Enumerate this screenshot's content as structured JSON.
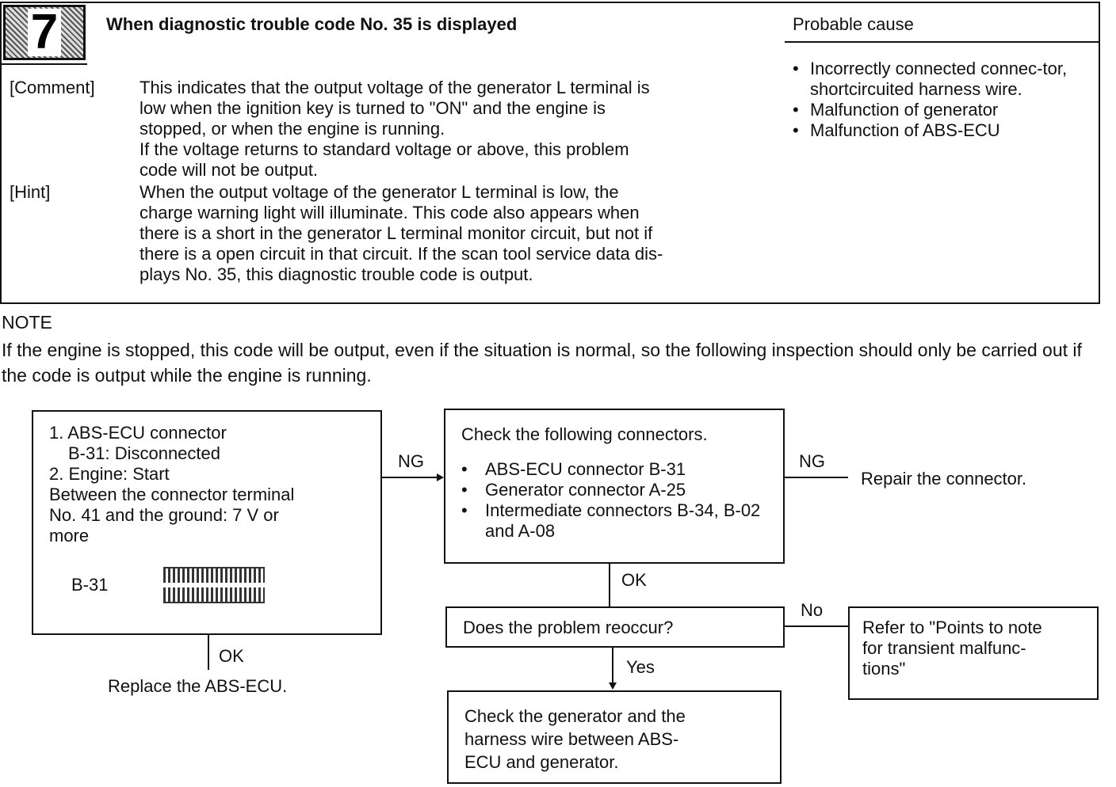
{
  "header": {
    "badge_number": "7",
    "title": "When diagnostic trouble code No. 35 is displayed",
    "cause_title": "Probable cause",
    "comment_label": "[Comment]",
    "comment_lines": [
      "This indicates that the output voltage of the generator L terminal is",
      "low when the ignition key is turned to \"ON\" and the engine is",
      "stopped, or when the engine is running.",
      "If the voltage returns to standard voltage or above, this problem",
      "code will not be output."
    ],
    "hint_label": "[Hint]",
    "hint_lines": [
      "When the output voltage of the generator L terminal is low, the",
      "charge warning light will illuminate. This code also appears when",
      "there is a short in the generator L terminal monitor circuit, but not if",
      "there is a open circuit in that circuit. If the scan tool service data dis-",
      "plays No. 35, this diagnostic trouble code is output."
    ],
    "bullet_char": "•",
    "causes": [
      "Incorrectly connected connec-tor, shortcircuited harness wire.",
      "Malfunction of generator",
      "Malfunction of ABS-ECU"
    ]
  },
  "note": {
    "label": "NOTE",
    "text": "If the engine is stopped, this code will be output, even if the situation is normal, so the following inspection should only be carried out if the code is output while the engine is running."
  },
  "flow": {
    "box1_lines": [
      "1. ABS-ECU connector",
      "B-31: Disconnected",
      "2. Engine: Start",
      "Between the connector terminal",
      "No. 41 and the ground: 7 V or",
      "more"
    ],
    "box1_connector": "B-31",
    "ng_label_1": "NG",
    "ng_label_2": "NG",
    "ok_label_1": "OK",
    "ok_label_2": "OK",
    "replace_text": "Replace the ABS-ECU.",
    "box2_title": "Check the following connectors.",
    "box2_items": [
      "ABS-ECU connector B-31",
      "Generator connector A-25",
      "Intermediate connectors B-34, B-02 and A-08"
    ],
    "repair_text": "Repair the connector.",
    "question_text": "Does the problem reoccur?",
    "no_label": "No",
    "yes_label": "Yes",
    "refer_lines": [
      "Refer to \"Points to note",
      "for transient malfunc-",
      "tions\""
    ],
    "final_lines": [
      "Check the generator and the",
      "harness wire between ABS-",
      "ECU and generator."
    ]
  }
}
